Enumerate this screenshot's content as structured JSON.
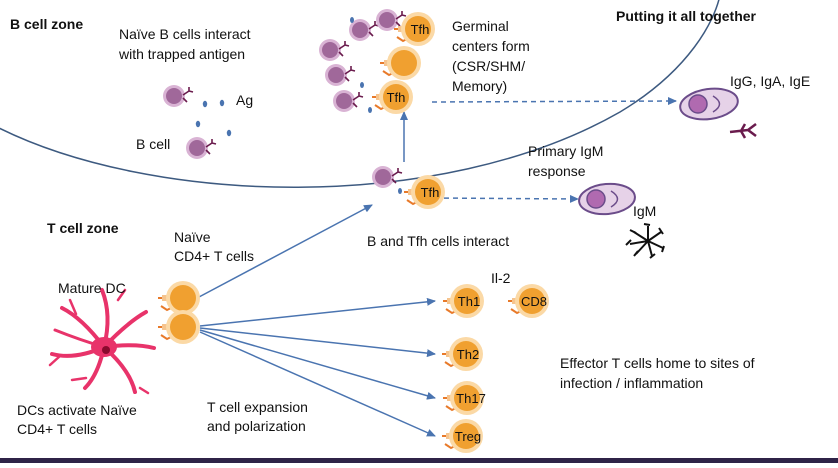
{
  "title": "Putting it all together",
  "zones": {
    "b_cell_zone": "B cell zone",
    "t_cell_zone": "T cell zone"
  },
  "labels": {
    "naive_b_interact": "Naïve B cells interact\nwith trapped antigen",
    "ag": "Ag",
    "b_cell": "B cell",
    "germinal_centers": "Germinal\ncenters form\n(CSR/SHM/\nMemory)",
    "igg_iga_ige": "IgG, IgA, IgE",
    "primary_igm": "Primary IgM\nresponse",
    "igm": "IgM",
    "b_tfh_interact": "B and Tfh cells interact",
    "naive_cd4": "Naïve\nCD4+ T cells",
    "mature_dc": "Mature DC",
    "dcs_activate": "DCs activate Naïve\nCD4+ T cells",
    "il2": "Il-2",
    "t_expansion": "T cell expansion\nand polarization",
    "effector_home": "Effector T cells home to sites of\ninfection / inflammation"
  },
  "cells": {
    "tfh": "Tfh",
    "th1": "Th1",
    "cd8": "CD8",
    "th2": "Th2",
    "th17": "Th17",
    "treg": "Treg"
  },
  "colors": {
    "zone_line": "#3d5a80",
    "arrow": "#4a74b0",
    "b_cell_fill": "#a0689a",
    "b_cell_light": "#d9b3d4",
    "t_cell_fill": "#f0a030",
    "t_cell_halo": "#fbd9a6",
    "receptor": "#e87a2a",
    "antibody": "#6a1b4d",
    "dc": "#e8336a",
    "plasma_fill": "#e6d2e8",
    "plasma_stroke": "#6b4c8a"
  }
}
